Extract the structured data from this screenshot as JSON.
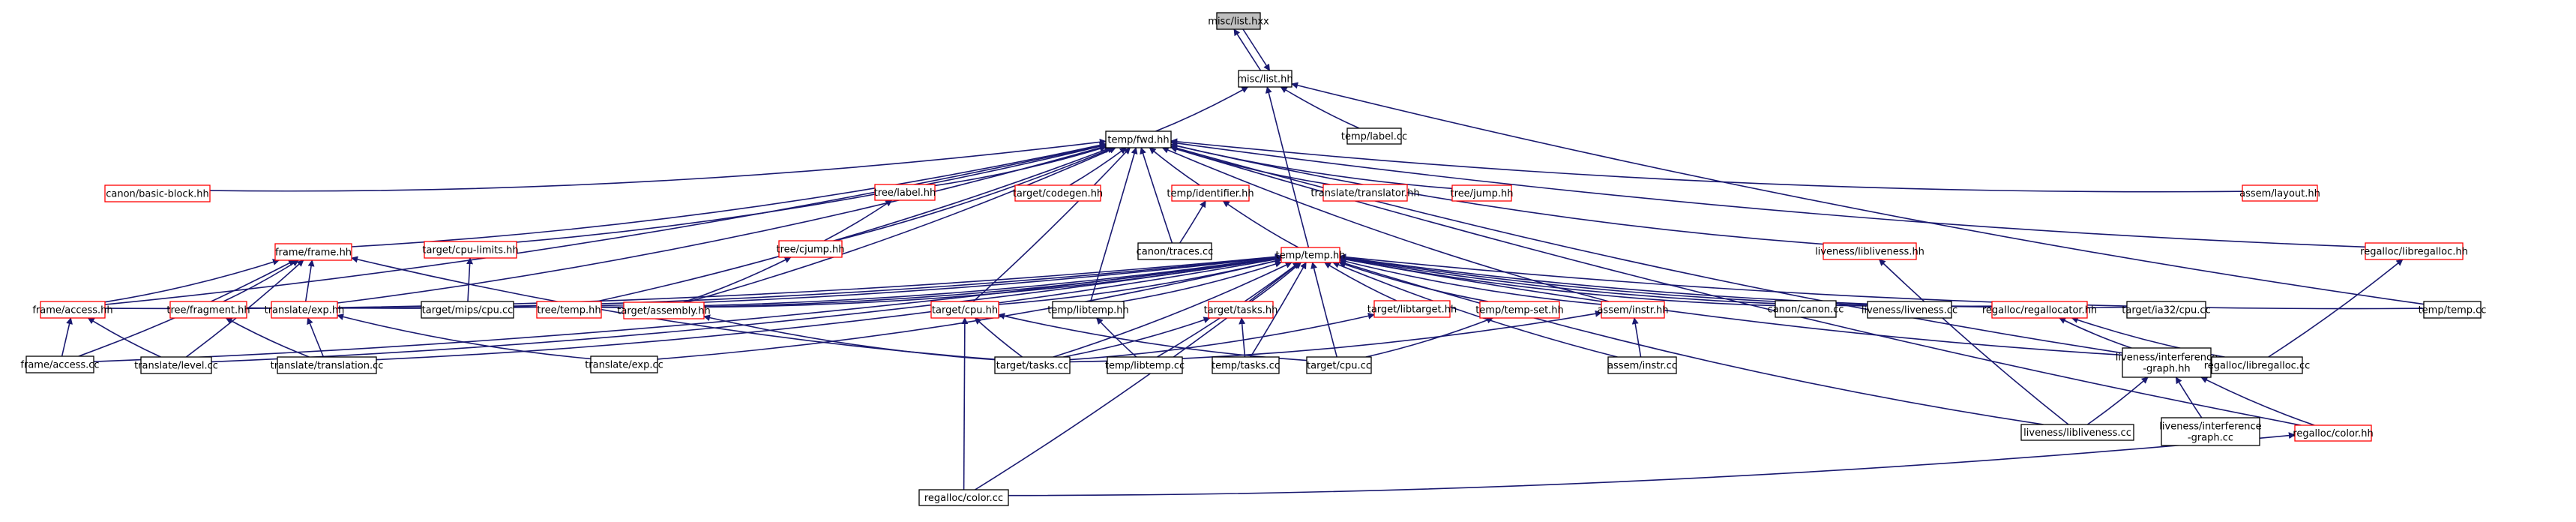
{
  "graph": {
    "root": "misc/list.hxx",
    "colors": {
      "edge": "#191970",
      "node_border_documented": "#000000",
      "node_border_undocumented": "#ff0000",
      "node_fill": "#ffffff",
      "root_fill": "#bfbfbf"
    },
    "nodes": [
      {
        "id": "n0",
        "label": "misc/list.hxx",
        "root": true,
        "documented": true
      },
      {
        "id": "n1",
        "label": "misc/list.hh",
        "documented": true
      },
      {
        "id": "n2",
        "label": "temp/fwd.hh",
        "documented": true
      },
      {
        "id": "n3",
        "label": "temp/label.cc",
        "documented": true
      },
      {
        "id": "n4",
        "label": "canon/basic-block.hh",
        "documented": false
      },
      {
        "id": "n5",
        "label": "tree/label.hh",
        "documented": false
      },
      {
        "id": "n6",
        "label": "target/codegen.hh",
        "documented": false
      },
      {
        "id": "n7",
        "label": "temp/identifier.hh",
        "documented": false
      },
      {
        "id": "n8",
        "label": "translate/translator.hh",
        "documented": false
      },
      {
        "id": "n9",
        "label": "tree/jump.hh",
        "documented": false
      },
      {
        "id": "n10",
        "label": "assem/layout.hh",
        "documented": false
      },
      {
        "id": "n11",
        "label": "frame/frame.hh",
        "documented": false
      },
      {
        "id": "n12",
        "label": "target/cpu-limits.hh",
        "documented": false
      },
      {
        "id": "n13",
        "label": "tree/cjump.hh",
        "documented": false
      },
      {
        "id": "n14",
        "label": "canon/traces.cc",
        "documented": true
      },
      {
        "id": "n15",
        "label": "temp/temp.hh",
        "documented": false
      },
      {
        "id": "n16",
        "label": "liveness/libliveness.hh",
        "documented": false
      },
      {
        "id": "n17",
        "label": "regalloc/libregalloc.hh",
        "documented": false
      },
      {
        "id": "n18",
        "label": "frame/access.hh",
        "documented": false
      },
      {
        "id": "n19",
        "label": "tree/fragment.hh",
        "documented": false
      },
      {
        "id": "n20",
        "label": "translate/exp.hh",
        "documented": false
      },
      {
        "id": "n21",
        "label": "target/mips/cpu.cc",
        "documented": true
      },
      {
        "id": "n22",
        "label": "tree/temp.hh",
        "documented": false
      },
      {
        "id": "n23",
        "label": "target/assembly.hh",
        "documented": false
      },
      {
        "id": "n24",
        "label": "target/cpu.hh",
        "documented": false
      },
      {
        "id": "n25",
        "label": "temp/libtemp.hh",
        "documented": true
      },
      {
        "id": "n26",
        "label": "target/tasks.hh",
        "documented": false
      },
      {
        "id": "n27",
        "label": "target/libtarget.hh",
        "documented": false
      },
      {
        "id": "n28",
        "label": "temp/temp-set.hh",
        "documented": false
      },
      {
        "id": "n29",
        "label": "assem/instr.hh",
        "documented": false
      },
      {
        "id": "n30",
        "label": "canon/canon.cc",
        "documented": true
      },
      {
        "id": "n31",
        "label": "liveness/liveness.cc",
        "documented": true
      },
      {
        "id": "n32",
        "label": "regalloc/regallocator.hh",
        "documented": false
      },
      {
        "id": "n33",
        "label": "target/ia32/cpu.cc",
        "documented": true
      },
      {
        "id": "n34",
        "label": "temp/temp.cc",
        "documented": true
      },
      {
        "id": "n35",
        "label": "frame/access.cc",
        "documented": true
      },
      {
        "id": "n36",
        "label": "translate/level.cc",
        "documented": true
      },
      {
        "id": "n37",
        "label": "translate/translation.cc",
        "documented": true
      },
      {
        "id": "n38",
        "label": "translate/exp.cc",
        "documented": true
      },
      {
        "id": "n39",
        "label": "target/tasks.cc",
        "documented": true
      },
      {
        "id": "n40",
        "label": "temp/libtemp.cc",
        "documented": true
      },
      {
        "id": "n41",
        "label": "temp/tasks.cc",
        "documented": true
      },
      {
        "id": "n42",
        "label": "target/cpu.cc",
        "documented": true
      },
      {
        "id": "n43",
        "label": "assem/instr.cc",
        "documented": true
      },
      {
        "id": "n44",
        "label": "liveness/interference\n-graph.hh",
        "documented": true
      },
      {
        "id": "n45",
        "label": "regalloc/libregalloc.cc",
        "documented": true
      },
      {
        "id": "n46",
        "label": "liveness/libliveness.cc",
        "documented": true
      },
      {
        "id": "n47",
        "label": "liveness/interference\n-graph.cc",
        "documented": true
      },
      {
        "id": "n48",
        "label": "regalloc/color.hh",
        "documented": false
      },
      {
        "id": "n49",
        "label": "regalloc/color.cc",
        "documented": true
      }
    ],
    "edges": [
      [
        "n1",
        "n0"
      ],
      [
        "n0",
        "n1"
      ],
      [
        "n2",
        "n1"
      ],
      [
        "n3",
        "n1"
      ],
      [
        "n15",
        "n1"
      ],
      [
        "n34",
        "n1"
      ],
      [
        "n4",
        "n2"
      ],
      [
        "n5",
        "n2"
      ],
      [
        "n6",
        "n2"
      ],
      [
        "n7",
        "n2"
      ],
      [
        "n8",
        "n2"
      ],
      [
        "n9",
        "n2"
      ],
      [
        "n10",
        "n2"
      ],
      [
        "n11",
        "n2"
      ],
      [
        "n12",
        "n2"
      ],
      [
        "n13",
        "n2"
      ],
      [
        "n14",
        "n2"
      ],
      [
        "n16",
        "n2"
      ],
      [
        "n17",
        "n2"
      ],
      [
        "n18",
        "n2"
      ],
      [
        "n20",
        "n2"
      ],
      [
        "n22",
        "n2"
      ],
      [
        "n23",
        "n2"
      ],
      [
        "n24",
        "n2"
      ],
      [
        "n25",
        "n2"
      ],
      [
        "n29",
        "n2"
      ],
      [
        "n44",
        "n2"
      ],
      [
        "n48",
        "n2"
      ],
      [
        "n13",
        "n5"
      ],
      [
        "n14",
        "n7"
      ],
      [
        "n15",
        "n7"
      ],
      [
        "n21",
        "n12"
      ],
      [
        "n23",
        "n13"
      ],
      [
        "n18",
        "n11"
      ],
      [
        "n19",
        "n11"
      ],
      [
        "n20",
        "n11"
      ],
      [
        "n35",
        "n11"
      ],
      [
        "n36",
        "n11"
      ],
      [
        "n39",
        "n11"
      ],
      [
        "n18",
        "n15"
      ],
      [
        "n19",
        "n15"
      ],
      [
        "n20",
        "n15"
      ],
      [
        "n22",
        "n15"
      ],
      [
        "n23",
        "n15"
      ],
      [
        "n24",
        "n15"
      ],
      [
        "n25",
        "n15"
      ],
      [
        "n26",
        "n15"
      ],
      [
        "n27",
        "n15"
      ],
      [
        "n28",
        "n15"
      ],
      [
        "n29",
        "n15"
      ],
      [
        "n30",
        "n15"
      ],
      [
        "n31",
        "n15"
      ],
      [
        "n32",
        "n15"
      ],
      [
        "n33",
        "n15"
      ],
      [
        "n34",
        "n15"
      ],
      [
        "n36",
        "n15"
      ],
      [
        "n37",
        "n15"
      ],
      [
        "n38",
        "n15"
      ],
      [
        "n39",
        "n15"
      ],
      [
        "n40",
        "n15"
      ],
      [
        "n41",
        "n15"
      ],
      [
        "n42",
        "n15"
      ],
      [
        "n43",
        "n15"
      ],
      [
        "n45",
        "n15"
      ],
      [
        "n46",
        "n15"
      ],
      [
        "n49",
        "n15"
      ],
      [
        "n21",
        "n15"
      ],
      [
        "n35",
        "n15"
      ],
      [
        "n46",
        "n16"
      ],
      [
        "n45",
        "n17"
      ],
      [
        "n35",
        "n18"
      ],
      [
        "n36",
        "n18"
      ],
      [
        "n37",
        "n19"
      ],
      [
        "n37",
        "n20"
      ],
      [
        "n38",
        "n20"
      ],
      [
        "n39",
        "n23"
      ],
      [
        "n39",
        "n24"
      ],
      [
        "n42",
        "n24"
      ],
      [
        "n49",
        "n24"
      ],
      [
        "n40",
        "n25"
      ],
      [
        "n39",
        "n26"
      ],
      [
        "n41",
        "n26"
      ],
      [
        "n39",
        "n27"
      ],
      [
        "n42",
        "n28"
      ],
      [
        "n39",
        "n29"
      ],
      [
        "n43",
        "n29"
      ],
      [
        "n45",
        "n32"
      ],
      [
        "n44",
        "n32"
      ],
      [
        "n46",
        "n44"
      ],
      [
        "n47",
        "n44"
      ],
      [
        "n48",
        "n44"
      ],
      [
        "n49",
        "n48"
      ]
    ]
  }
}
